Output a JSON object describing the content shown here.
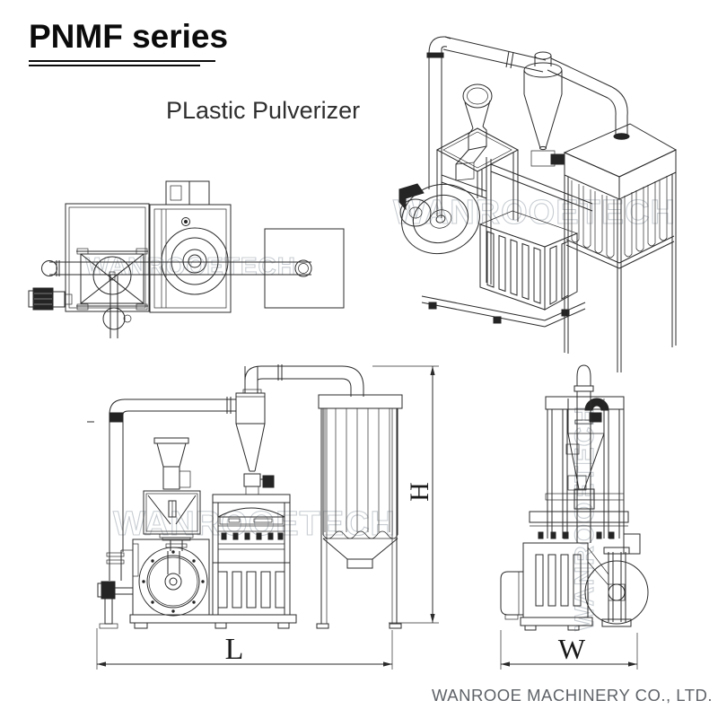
{
  "header": {
    "series_title": "PNMF series",
    "subtitle": "PLastic Pulverizer"
  },
  "dimensions": {
    "height_label": "H",
    "length_label": "L",
    "width_label": "W"
  },
  "watermark": {
    "text": "WANROOETECH"
  },
  "footer": {
    "company": "WANROOE MACHINERY CO., LTD."
  },
  "colors": {
    "line": "#2b2b2b",
    "watermark": "#c8cdd2",
    "footer_text": "#5f6368",
    "background": "#ffffff"
  }
}
